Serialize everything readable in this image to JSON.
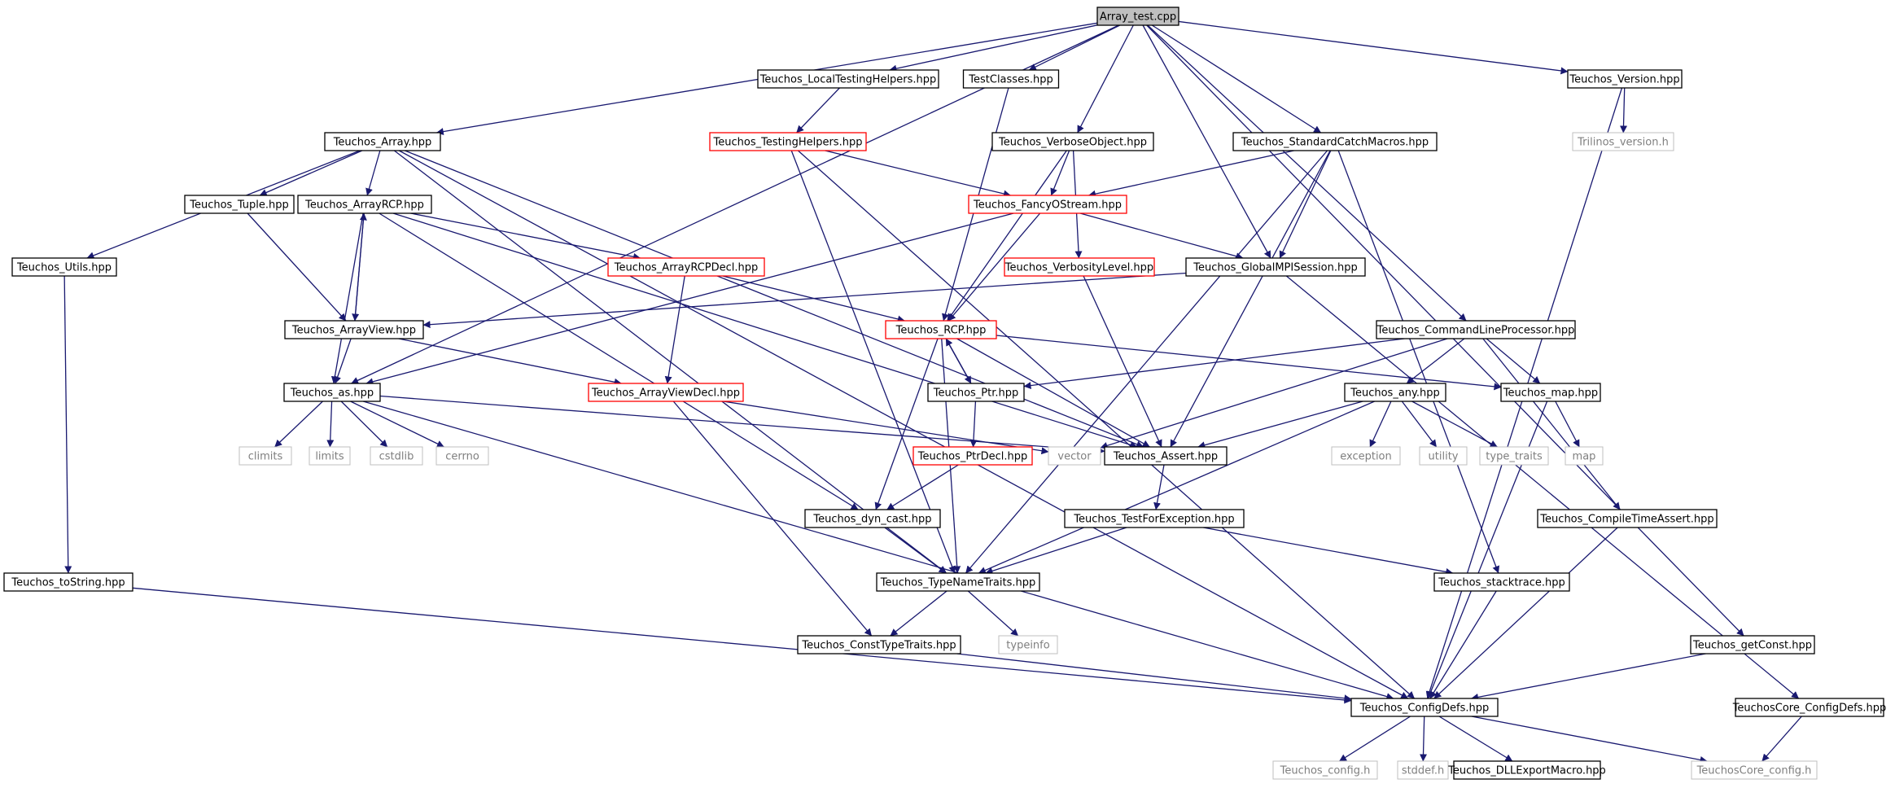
{
  "colors": {
    "edge": "#191970",
    "node_border_normal": "#000000",
    "node_border_truncated": "#ff0000",
    "node_border_system": "#bfbfbf",
    "root_fill": "#bfbfbf"
  },
  "nodes": {
    "array_test": {
      "label": "Array_test.cpp",
      "kind": "root"
    },
    "local_testing_helpers": {
      "label": "Teuchos_LocalTestingHelpers.hpp",
      "kind": "normal"
    },
    "test_classes": {
      "label": "TestClasses.hpp",
      "kind": "normal"
    },
    "version": {
      "label": "Teuchos_Version.hpp",
      "kind": "normal"
    },
    "trilinos_version": {
      "label": "Trilinos_version.h",
      "kind": "system"
    },
    "array": {
      "label": "Teuchos_Array.hpp",
      "kind": "normal"
    },
    "testing_helpers": {
      "label": "Teuchos_TestingHelpers.hpp",
      "kind": "truncated"
    },
    "verbose_object": {
      "label": "Teuchos_VerboseObject.hpp",
      "kind": "normal"
    },
    "standard_catch_macros": {
      "label": "Teuchos_StandardCatchMacros.hpp",
      "kind": "normal"
    },
    "tuple": {
      "label": "Teuchos_Tuple.hpp",
      "kind": "normal"
    },
    "array_rcp": {
      "label": "Teuchos_ArrayRCP.hpp",
      "kind": "normal"
    },
    "fancy_ostream": {
      "label": "Teuchos_FancyOStream.hpp",
      "kind": "truncated"
    },
    "utils": {
      "label": "Teuchos_Utils.hpp",
      "kind": "normal"
    },
    "array_rcp_decl": {
      "label": "Teuchos_ArrayRCPDecl.hpp",
      "kind": "truncated"
    },
    "verbosity_level": {
      "label": "Teuchos_VerbosityLevel.hpp",
      "kind": "truncated"
    },
    "global_mpi_session": {
      "label": "Teuchos_GlobalMPISession.hpp",
      "kind": "normal"
    },
    "array_view": {
      "label": "Teuchos_ArrayView.hpp",
      "kind": "normal"
    },
    "rcp": {
      "label": "Teuchos_RCP.hpp",
      "kind": "truncated"
    },
    "command_line_processor": {
      "label": "Teuchos_CommandLineProcessor.hpp",
      "kind": "normal"
    },
    "as": {
      "label": "Teuchos_as.hpp",
      "kind": "normal"
    },
    "array_view_decl": {
      "label": "Teuchos_ArrayViewDecl.hpp",
      "kind": "truncated"
    },
    "ptr": {
      "label": "Teuchos_Ptr.hpp",
      "kind": "normal"
    },
    "any": {
      "label": "Teuchos_any.hpp",
      "kind": "normal"
    },
    "map_hpp": {
      "label": "Teuchos_map.hpp",
      "kind": "normal"
    },
    "climits": {
      "label": "climits",
      "kind": "system"
    },
    "limits": {
      "label": "limits",
      "kind": "system"
    },
    "cstdlib": {
      "label": "cstdlib",
      "kind": "system"
    },
    "cerrno": {
      "label": "cerrno",
      "kind": "system"
    },
    "ptr_decl": {
      "label": "Teuchos_PtrDecl.hpp",
      "kind": "truncated"
    },
    "vector": {
      "label": "vector",
      "kind": "system"
    },
    "assert": {
      "label": "Teuchos_Assert.hpp",
      "kind": "normal"
    },
    "exception": {
      "label": "exception",
      "kind": "system"
    },
    "utility": {
      "label": "utility",
      "kind": "system"
    },
    "type_traits": {
      "label": "type_traits",
      "kind": "system"
    },
    "map": {
      "label": "map",
      "kind": "system"
    },
    "dyn_cast": {
      "label": "Teuchos_dyn_cast.hpp",
      "kind": "normal"
    },
    "test_for_exception": {
      "label": "Teuchos_TestForException.hpp",
      "kind": "normal"
    },
    "compile_time_assert": {
      "label": "Teuchos_CompileTimeAssert.hpp",
      "kind": "normal"
    },
    "to_string": {
      "label": "Teuchos_toString.hpp",
      "kind": "normal"
    },
    "type_name_traits": {
      "label": "Teuchos_TypeNameTraits.hpp",
      "kind": "normal"
    },
    "stacktrace": {
      "label": "Teuchos_stacktrace.hpp",
      "kind": "normal"
    },
    "const_type_traits": {
      "label": "Teuchos_ConstTypeTraits.hpp",
      "kind": "normal"
    },
    "typeinfo": {
      "label": "typeinfo",
      "kind": "system"
    },
    "get_const": {
      "label": "Teuchos_getConst.hpp",
      "kind": "normal"
    },
    "config_defs": {
      "label": "Teuchos_ConfigDefs.hpp",
      "kind": "normal"
    },
    "core_config_defs": {
      "label": "TeuchosCore_ConfigDefs.hpp",
      "kind": "normal"
    },
    "teuchos_config": {
      "label": "Teuchos_config.h",
      "kind": "system"
    },
    "stddef": {
      "label": "stddef.h",
      "kind": "system"
    },
    "dll_export": {
      "label": "Teuchos_DLLExportMacro.hpp",
      "kind": "normal"
    },
    "core_config": {
      "label": "TeuchosCore_config.h",
      "kind": "system"
    }
  },
  "edges": [
    [
      "array_test",
      "local_testing_helpers"
    ],
    [
      "array_test",
      "test_classes"
    ],
    [
      "array_test",
      "version"
    ],
    [
      "array_test",
      "array"
    ],
    [
      "array_test",
      "verbose_object"
    ],
    [
      "array_test",
      "standard_catch_macros"
    ],
    [
      "array_test",
      "global_mpi_session"
    ],
    [
      "array_test",
      "command_line_processor"
    ],
    [
      "array_test",
      "as"
    ],
    [
      "array_test",
      "get_const"
    ],
    [
      "local_testing_helpers",
      "testing_helpers"
    ],
    [
      "test_classes",
      "rcp"
    ],
    [
      "version",
      "trilinos_version"
    ],
    [
      "version",
      "config_defs"
    ],
    [
      "array",
      "tuple"
    ],
    [
      "array",
      "array_rcp"
    ],
    [
      "array",
      "utils"
    ],
    [
      "array",
      "assert"
    ],
    [
      "array",
      "type_name_traits"
    ],
    [
      "array",
      "config_defs"
    ],
    [
      "testing_helpers",
      "fancy_ostream"
    ],
    [
      "testing_helpers",
      "type_name_traits"
    ],
    [
      "testing_helpers",
      "config_defs"
    ],
    [
      "verbose_object",
      "fancy_ostream"
    ],
    [
      "verbose_object",
      "rcp"
    ],
    [
      "verbose_object",
      "verbosity_level"
    ],
    [
      "standard_catch_macros",
      "fancy_ostream"
    ],
    [
      "standard_catch_macros",
      "global_mpi_session"
    ],
    [
      "standard_catch_macros",
      "assert"
    ],
    [
      "standard_catch_macros",
      "type_name_traits"
    ],
    [
      "standard_catch_macros",
      "stacktrace"
    ],
    [
      "tuple",
      "array_view"
    ],
    [
      "array_rcp",
      "array_view"
    ],
    [
      "array_rcp",
      "array_rcp_decl"
    ],
    [
      "array_rcp",
      "as"
    ],
    [
      "array_rcp",
      "assert"
    ],
    [
      "array_rcp",
      "dyn_cast"
    ],
    [
      "fancy_ostream",
      "global_mpi_session"
    ],
    [
      "fancy_ostream",
      "rcp"
    ],
    [
      "fancy_ostream",
      "as"
    ],
    [
      "utils",
      "to_string"
    ],
    [
      "array_rcp_decl",
      "rcp"
    ],
    [
      "array_rcp_decl",
      "array_view_decl"
    ],
    [
      "verbosity_level",
      "assert"
    ],
    [
      "global_mpi_session",
      "array_view"
    ],
    [
      "global_mpi_session",
      "core_config_defs"
    ],
    [
      "array_view",
      "array_rcp"
    ],
    [
      "array_view",
      "as"
    ],
    [
      "array_view",
      "array_view_decl"
    ],
    [
      "rcp",
      "ptr"
    ],
    [
      "rcp",
      "map_hpp"
    ],
    [
      "rcp",
      "assert"
    ],
    [
      "rcp",
      "dyn_cast"
    ],
    [
      "rcp",
      "type_name_traits"
    ],
    [
      "command_line_processor",
      "ptr"
    ],
    [
      "command_line_processor",
      "any"
    ],
    [
      "command_line_processor",
      "map_hpp"
    ],
    [
      "command_line_processor",
      "vector"
    ],
    [
      "command_line_processor",
      "compile_time_assert"
    ],
    [
      "as",
      "climits"
    ],
    [
      "as",
      "limits"
    ],
    [
      "as",
      "cstdlib"
    ],
    [
      "as",
      "cerrno"
    ],
    [
      "as",
      "assert"
    ],
    [
      "as",
      "config_defs"
    ],
    [
      "array_view_decl",
      "vector"
    ],
    [
      "array_view_decl",
      "const_type_traits"
    ],
    [
      "ptr",
      "rcp"
    ],
    [
      "ptr",
      "ptr_decl"
    ],
    [
      "any",
      "assert"
    ],
    [
      "any",
      "exception"
    ],
    [
      "any",
      "utility"
    ],
    [
      "any",
      "type_traits"
    ],
    [
      "any",
      "type_name_traits"
    ],
    [
      "map_hpp",
      "map"
    ],
    [
      "map_hpp",
      "config_defs"
    ],
    [
      "ptr_decl",
      "dyn_cast"
    ],
    [
      "assert",
      "test_for_exception"
    ],
    [
      "dyn_cast",
      "type_name_traits"
    ],
    [
      "test_for_exception",
      "type_name_traits"
    ],
    [
      "test_for_exception",
      "stacktrace"
    ],
    [
      "compile_time_assert",
      "config_defs"
    ],
    [
      "to_string",
      "config_defs"
    ],
    [
      "type_name_traits",
      "const_type_traits"
    ],
    [
      "type_name_traits",
      "typeinfo"
    ],
    [
      "stacktrace",
      "config_defs"
    ],
    [
      "const_type_traits",
      "config_defs"
    ],
    [
      "get_const",
      "config_defs"
    ],
    [
      "config_defs",
      "teuchos_config"
    ],
    [
      "config_defs",
      "stddef"
    ],
    [
      "config_defs",
      "dll_export"
    ],
    [
      "config_defs",
      "core_config"
    ],
    [
      "core_config_defs",
      "core_config"
    ]
  ]
}
